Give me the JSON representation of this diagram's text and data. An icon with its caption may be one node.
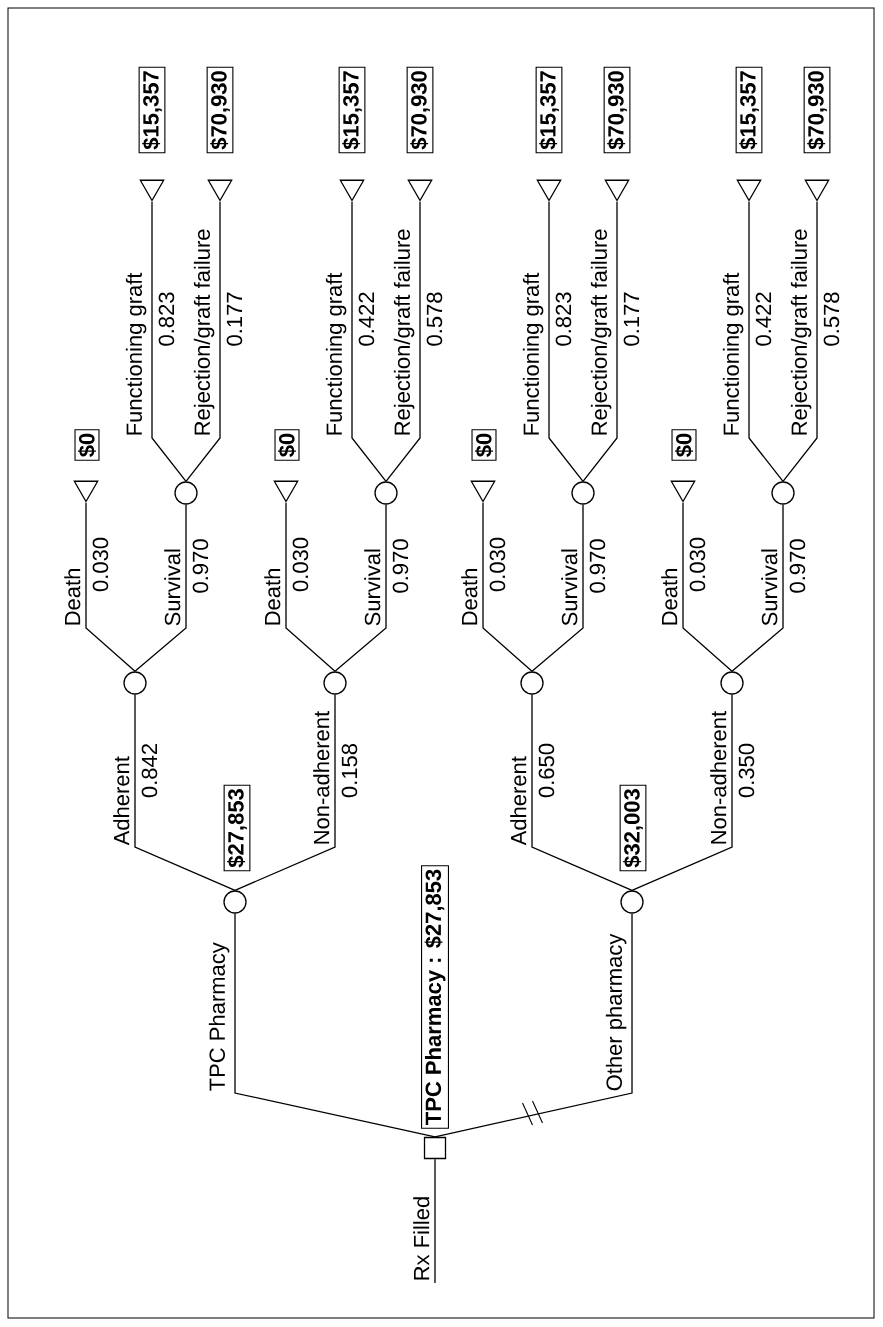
{
  "diagram": {
    "nodes": [
      {
        "text": [],
        "shape": "box"
      },
      {
        "text": [
          "TPC Pharmacy : $27,853"
        ]
      },
      {
        "text": [],
        "shape": "circle"
      },
      {
        "text": [
          "$27,853"
        ]
      },
      {
        "text": [],
        "shape": "circle"
      },
      {
        "text": [],
        "shape": "triangle"
      },
      {
        "text": [
          "$0"
        ]
      },
      {
        "text": [],
        "shape": "circle"
      },
      {
        "text": [],
        "shape": "triangle"
      },
      {
        "text": [
          "$15,357"
        ]
      },
      {
        "text": [],
        "shape": "triangle"
      },
      {
        "text": [
          "$70,930"
        ]
      },
      {
        "text": [],
        "shape": "circle"
      },
      {
        "text": [],
        "shape": "triangle"
      },
      {
        "text": [
          "$0"
        ]
      },
      {
        "text": [],
        "shape": "circle"
      },
      {
        "text": [],
        "shape": "triangle"
      },
      {
        "text": [
          "$15,357"
        ]
      },
      {
        "text": [],
        "shape": "triangle"
      },
      {
        "text": [
          "$70,930"
        ]
      },
      {
        "text": [],
        "shape": "circle"
      },
      {
        "text": [
          "$32,003"
        ]
      },
      {
        "text": [],
        "shape": "circle"
      },
      {
        "text": [],
        "shape": "triangle"
      },
      {
        "text": [
          "$0"
        ]
      },
      {
        "text": [],
        "shape": "circle"
      },
      {
        "text": [],
        "shape": "triangle"
      },
      {
        "text": [
          "$15,357"
        ]
      },
      {
        "text": [],
        "shape": "triangle"
      },
      {
        "text": [
          "$70,930"
        ]
      },
      {
        "text": [],
        "shape": "circle"
      },
      {
        "text": [],
        "shape": "triangle"
      },
      {
        "text": [
          "$0"
        ]
      },
      {
        "text": [],
        "shape": "circle"
      },
      {
        "text": [],
        "shape": "triangle"
      },
      {
        "text": [
          "$15,357"
        ]
      },
      {
        "text": [],
        "shape": "triangle"
      },
      {
        "text": [
          "$70,930"
        ]
      }
    ],
    "edges": [
      {
        "from": null,
        "to": 0,
        "arrow": "none",
        "label": "Rx Filled"
      },
      {
        "from": 0,
        "to": 2,
        "arrow": "none",
        "label": "TPC Pharmacy"
      },
      {
        "from": 0,
        "to": 20,
        "arrow": "none",
        "label": "Other pharmacy"
      },
      {
        "from": 2,
        "to": 4,
        "arrow": "none",
        "label": "Adherent"
      },
      {
        "from": 4,
        "to": 5,
        "arrow": "none",
        "label": "Death"
      },
      {
        "from": 4,
        "to": 7,
        "arrow": "none",
        "label": "Survival"
      },
      {
        "from": 7,
        "to": 8,
        "arrow": "none",
        "label": "Functioning graft"
      },
      {
        "from": 7,
        "to": 10,
        "arrow": "none",
        "label": "Rejection/graft failure"
      },
      {
        "from": 2,
        "to": 12,
        "arrow": "none",
        "label": "Non-adherent"
      },
      {
        "from": 12,
        "to": 13,
        "arrow": "none",
        "label": "Death"
      },
      {
        "from": 12,
        "to": 15,
        "arrow": "none",
        "label": "Survival"
      },
      {
        "from": 15,
        "to": 16,
        "arrow": "none",
        "label": "Functioning graft"
      },
      {
        "from": 15,
        "to": 18,
        "arrow": "none",
        "label": "Rejection/graft failure"
      },
      {
        "from": 20,
        "to": 22,
        "arrow": "none",
        "label": "Adherent"
      },
      {
        "from": 22,
        "to": 23,
        "arrow": "none",
        "label": "Death"
      },
      {
        "from": 22,
        "to": 25,
        "arrow": "none",
        "label": "Survival"
      },
      {
        "from": 25,
        "to": 26,
        "arrow": "none",
        "label": "Functioning graft"
      },
      {
        "from": 25,
        "to": 28,
        "arrow": "none",
        "label": "Rejection/graft failure"
      },
      {
        "from": 20,
        "to": 30,
        "arrow": "none",
        "label": "Non-adherent"
      },
      {
        "from": 30,
        "to": 31,
        "arrow": "none",
        "label": "Death"
      },
      {
        "from": 30,
        "to": 33,
        "arrow": "none",
        "label": "Survival"
      },
      {
        "from": 33,
        "to": 34,
        "arrow": "none",
        "label": "Functioning graft"
      },
      {
        "from": 33,
        "to": 36,
        "arrow": "none",
        "label": "Rejection/graft failure"
      }
    ],
    "labels": [
      "0.842",
      "0.030",
      "0.970",
      "0.823",
      "0.177",
      "0.158",
      "0.030",
      "0.970",
      "0.422",
      "0.578",
      "0.650",
      "0.030",
      "0.970",
      "0.823",
      "0.177",
      "0.350",
      "0.030",
      "0.970",
      "0.422",
      "0.578"
    ]
  }
}
